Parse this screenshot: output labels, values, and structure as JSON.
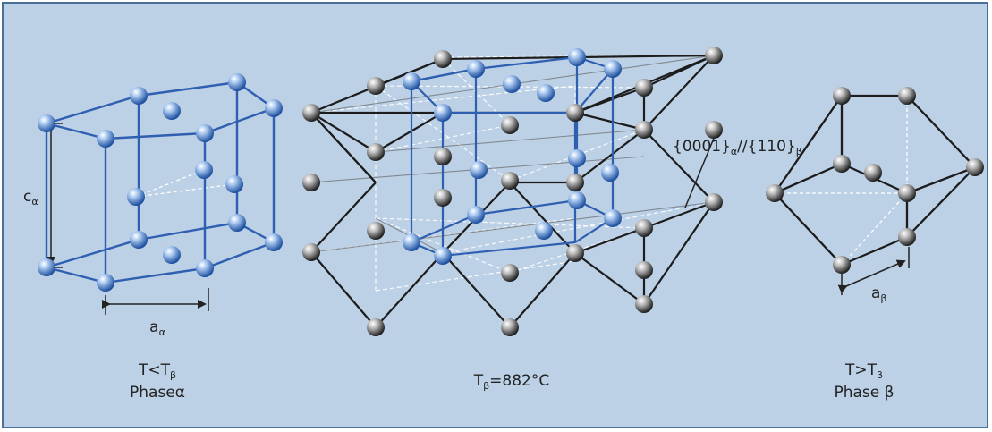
{
  "left_panel": {
    "c_axis": {
      "main": "c",
      "sub": "α"
    },
    "a_axis": {
      "main": "a",
      "sub": "α"
    },
    "condition": {
      "pre": "T<T",
      "sub": "β"
    },
    "phase": "Phaseα"
  },
  "center_panel": {
    "relation": {
      "p1": "{0001}",
      "s1": "α",
      "p2": "//{110}",
      "s2": "β"
    },
    "temperature": {
      "pre": "T",
      "sub": "β",
      "post": "=882°C"
    }
  },
  "right_panel": {
    "a_axis": {
      "main": "a",
      "sub": "β"
    },
    "condition": {
      "pre": "T>T",
      "sub": "β"
    },
    "phase": "Phase β"
  },
  "colors": {
    "background": "#bcd0e6",
    "border": "#4a6f99",
    "hcp_bond": "#2f5fb0",
    "bcc_bond": "#1c1c1c",
    "hidden_bond": "#ffffff",
    "blue_atom": "#5a8fd6",
    "grey_atom": "#8a8a8a"
  }
}
